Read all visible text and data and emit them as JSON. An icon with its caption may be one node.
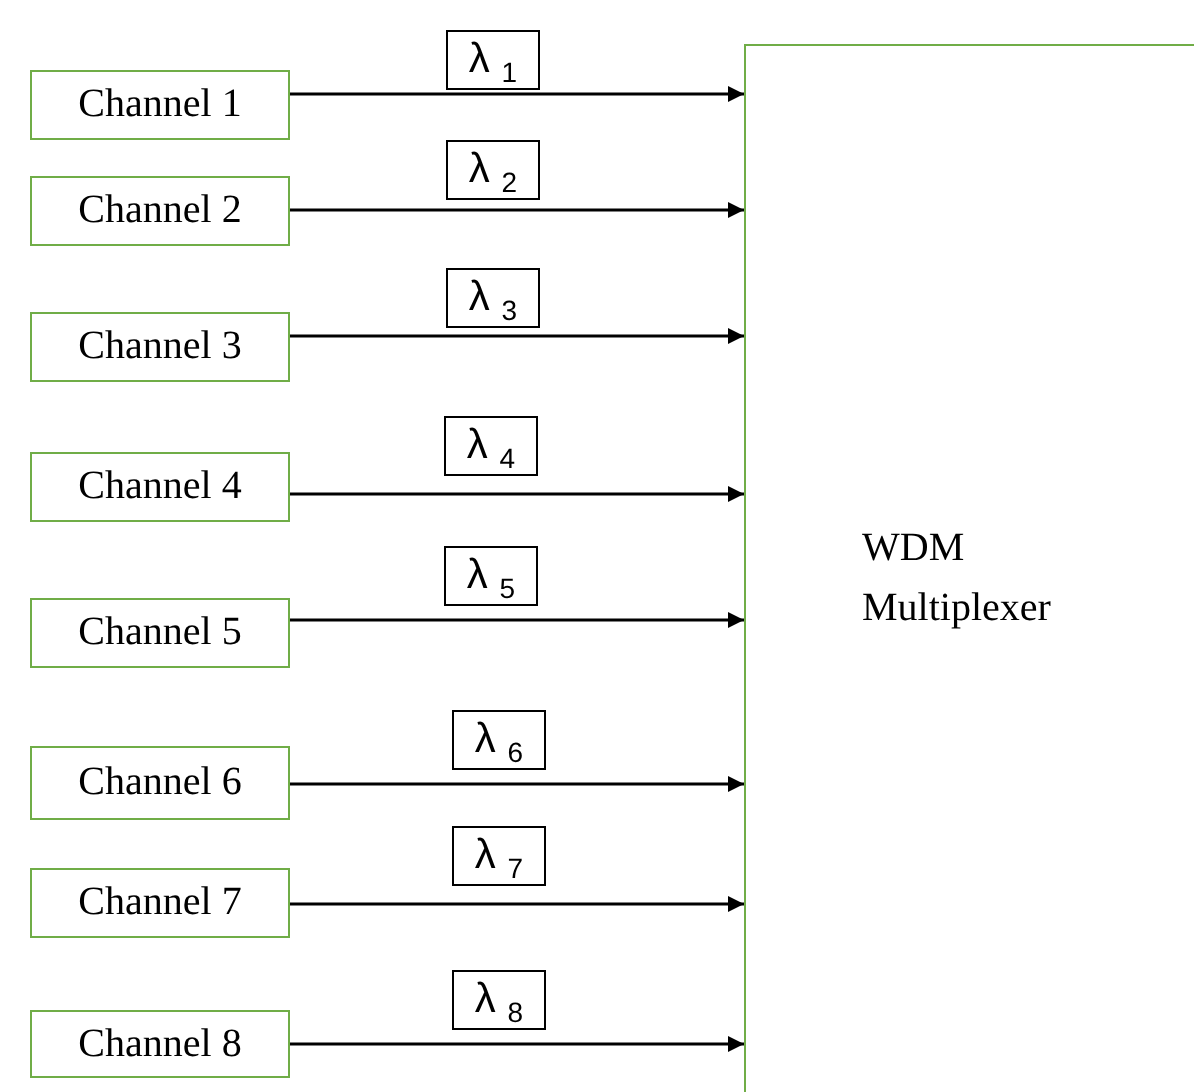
{
  "diagram": {
    "nodes": [
      {
        "text": [
          "Channel 1"
        ]
      },
      {
        "text": [
          "Channel 2"
        ]
      },
      {
        "text": [
          "Channel 3"
        ]
      },
      {
        "text": [
          "Channel 4"
        ]
      },
      {
        "text": [
          "Channel 5"
        ]
      },
      {
        "text": [
          "Channel 6"
        ]
      },
      {
        "text": [
          "Channel 7"
        ]
      },
      {
        "text": [
          "Channel 8"
        ]
      },
      {
        "text": [
          "WDM Multiplexer"
        ]
      }
    ],
    "edges": [
      {
        "from": 0,
        "to": 8,
        "arrow": "to",
        "label": "λ $_{1}$"
      },
      {
        "from": 1,
        "to": 8,
        "arrow": "to",
        "label": "λ $_{2}$"
      },
      {
        "from": 2,
        "to": 8,
        "arrow": "to",
        "label": "λ $_{3}$"
      },
      {
        "from": 3,
        "to": 8,
        "arrow": "to",
        "label": "λ $_{4}$"
      },
      {
        "from": 4,
        "to": 8,
        "arrow": "to",
        "label": "λ $_{5}$"
      },
      {
        "from": 5,
        "to": 8,
        "arrow": "to",
        "label": "λ $_{6}$"
      },
      {
        "from": 6,
        "to": 8,
        "arrow": "to",
        "label": "λ $_{7}$"
      },
      {
        "from": 7,
        "to": 8,
        "arrow": "to",
        "label": "λ $_{8}$"
      }
    ]
  }
}
